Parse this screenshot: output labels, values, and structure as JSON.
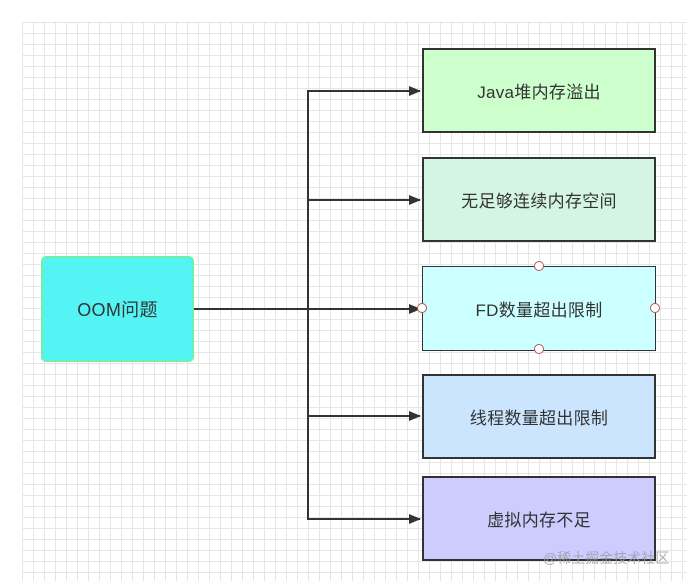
{
  "root": {
    "label": "OOM问题",
    "color": "#55f4f4"
  },
  "children": [
    {
      "label": "Java堆内存溢出",
      "color": "#ccffcc"
    },
    {
      "label": "无足够连续内存空间",
      "color": "#d5f5e3"
    },
    {
      "label": "FD数量超出限制",
      "color": "#ccffff"
    },
    {
      "label": "线程数量超出限制",
      "color": "#cce5ff"
    },
    {
      "label": "虚拟内存不足",
      "color": "#ccccff"
    }
  ],
  "selected_child": 2,
  "watermark": "@稀土掘金技术社区"
}
